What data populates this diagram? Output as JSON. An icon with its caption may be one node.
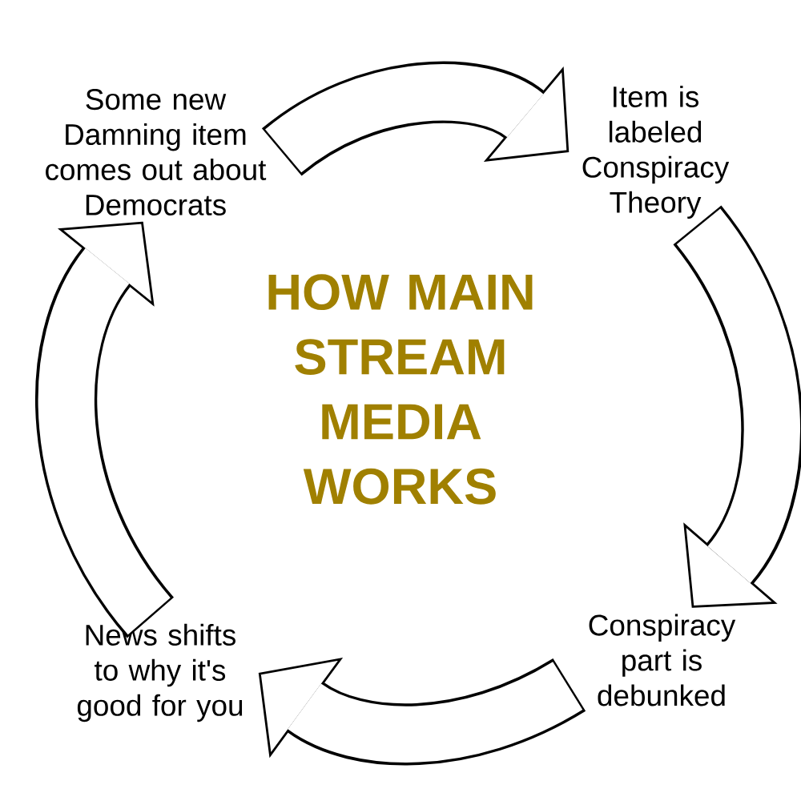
{
  "diagram": {
    "title": "HOW MAIN STREAM MEDIA WORKS",
    "nodes": [
      {
        "text": [
          "Some new Damning item comes out about Democrats"
        ]
      },
      {
        "text": [
          "Item is labeled Conspiracy Theory"
        ]
      },
      {
        "text": [
          "Conspiracy part is debunked"
        ]
      },
      {
        "text": [
          "News shifts to why it's good for you"
        ]
      }
    ],
    "edges": [
      {
        "from": 0,
        "to": 1,
        "arrow": "to"
      },
      {
        "from": 1,
        "to": 2,
        "arrow": "to"
      },
      {
        "from": 2,
        "to": 3,
        "arrow": "to"
      },
      {
        "from": 3,
        "to": 0,
        "arrow": "to"
      }
    ]
  }
}
